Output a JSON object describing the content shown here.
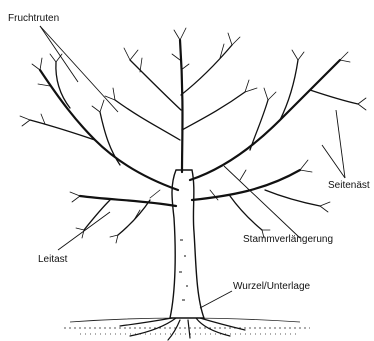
{
  "labels": {
    "fruchtruten": "Fruchtruten",
    "seitenaeste": "Seitenäst",
    "stammverlaengerung": "Stammverlängerung",
    "leitast": "Leitast",
    "wurzel_unterlage": "Wurzel/Unterlage"
  }
}
